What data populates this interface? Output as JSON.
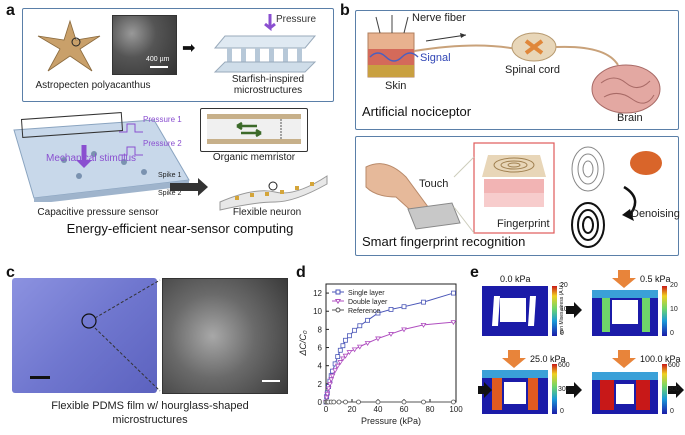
{
  "panels": {
    "a": {
      "label": "a",
      "species": "Astropecten polyacanthus",
      "scale": "400 µm",
      "pressure": "Pressure",
      "micro_line1": "Starfish-inspired",
      "micro_line2": "microstructures",
      "pressure1": "Pressure 1",
      "pressure2": "Pressure 2",
      "stimulus": "Mechanical stimulus",
      "memristor": "Organic memristor",
      "spike1": "Spike 1",
      "spike2": "Spike 2",
      "sensor": "Capacitive pressure sensor",
      "neuron": "Flexible neuron",
      "title": "Energy-efficient near-sensor computing"
    },
    "b": {
      "label": "b",
      "nerve": "Nerve fiber",
      "signal": "Signal",
      "skin": "Skin",
      "spinal": "Spinal cord",
      "brain": "Brain",
      "nociceptor": "Artificial nociceptor",
      "touch": "Touch",
      "fingerprint": "Fingerprint",
      "denoising": "Denoising",
      "recognition": "Smart fingerprint recognition"
    },
    "c": {
      "label": "c",
      "caption_line1": "Flexible PDMS film w/ hourglass-shaped",
      "caption_line2": "microstructures"
    },
    "e": {
      "label": "e",
      "kpa0": "0.0 kPa",
      "kpa05": "0.5 kPa",
      "kpa25": "25.0 kPa",
      "kpa100": "100.0 kPa",
      "cbar_title": "von Mises stress (A.U.)",
      "cb_top_small": "20",
      "cb_mid_small": "10",
      "cb_bot": "0",
      "cb_top_big": "600",
      "cb_mid_big": "300"
    }
  },
  "colors": {
    "single": "#4a56b8",
    "double": "#b04fc0",
    "reference": "#555555",
    "accent_purple": "#8a4fd0",
    "frame": "#5a7fa8"
  },
  "chart_data": {
    "label": "d",
    "type": "line",
    "xlabel": "Pressure (kPa)",
    "ylabel": "ΔC/C₀",
    "xlim": [
      0,
      100
    ],
    "ylim": [
      0,
      13
    ],
    "xticks": [
      "0",
      "20",
      "40",
      "60",
      "80",
      "100"
    ],
    "yticks": [
      "0",
      "2",
      "4",
      "6",
      "8",
      "10",
      "12"
    ],
    "legend_position": "top-left",
    "series": [
      {
        "name": "Single layer",
        "marker": "square",
        "x": [
          0,
          0.5,
          1,
          2,
          3,
          4,
          5,
          7,
          9,
          11,
          13,
          15,
          18,
          22,
          26,
          32,
          40,
          50,
          60,
          75,
          98
        ],
        "y": [
          0,
          0.6,
          1.0,
          1.7,
          2.3,
          2.9,
          3.4,
          4.2,
          5.0,
          5.7,
          6.2,
          6.8,
          7.3,
          7.9,
          8.4,
          9.0,
          9.8,
          10.2,
          10.5,
          11.0,
          12.0
        ]
      },
      {
        "name": "Double layer",
        "marker": "triangle",
        "x": [
          0,
          0.5,
          1,
          2,
          3,
          4,
          5,
          7,
          9,
          11,
          13,
          15,
          18,
          22,
          26,
          32,
          40,
          50,
          60,
          75,
          98
        ],
        "y": [
          0,
          0.5,
          0.9,
          1.5,
          2.0,
          2.5,
          2.9,
          3.5,
          4.0,
          4.4,
          4.8,
          5.1,
          5.5,
          5.8,
          6.1,
          6.5,
          7.0,
          7.5,
          8.0,
          8.5,
          8.8
        ]
      },
      {
        "name": "Reference",
        "marker": "circle",
        "x": [
          0,
          1,
          2,
          4,
          6,
          10,
          15,
          25,
          40,
          60,
          75,
          98
        ],
        "y": [
          0,
          0,
          0,
          0,
          0,
          0,
          0,
          0,
          0,
          0,
          0,
          0
        ]
      }
    ]
  }
}
